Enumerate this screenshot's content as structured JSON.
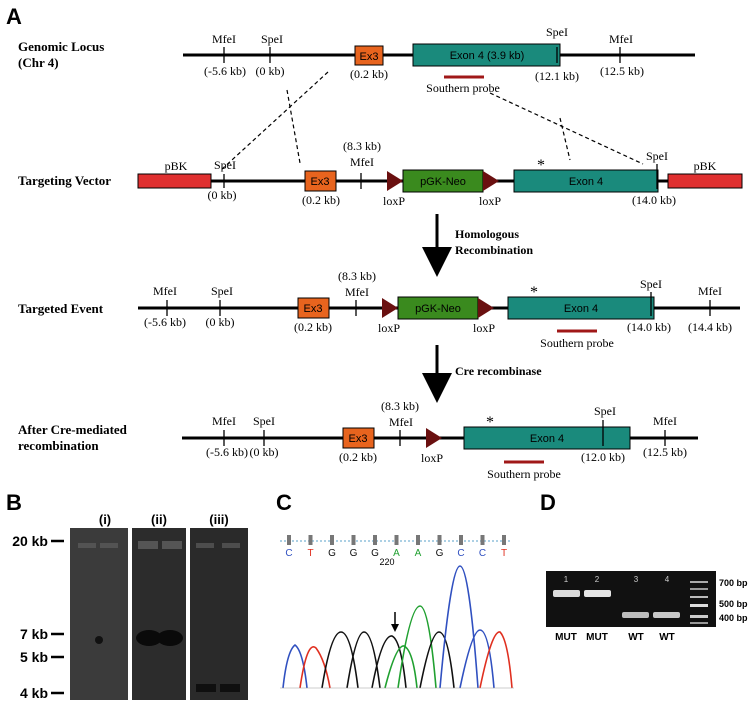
{
  "panels": {
    "a": "A",
    "b": "B",
    "c": "C",
    "d": "D"
  },
  "panel_a": {
    "row_labels": {
      "genomic_line1": "Genomic Locus",
      "genomic_line2": "(Chr 4)",
      "vector": "Targeting Vector",
      "targeted": "Targeted Event",
      "cre_line1": "After Cre-mediated",
      "cre_line2": "recombination"
    },
    "sites": {
      "mfei": "MfeI",
      "spei": "SpeI",
      "pbk": "pBK",
      "loxp": "loxP"
    },
    "positions": {
      "neg5_6": "(-5.6 kb)",
      "zero": "(0 kb)",
      "p0_2": "(0.2 kb)",
      "p8_3": "(8.3 kb)",
      "p12_1": "(12.1 kb)",
      "p12_5": "(12.5 kb)",
      "p14_0": "(14.0 kb)",
      "p14_4": "(14.4 kb)",
      "p12_0": "(12.0 kb)"
    },
    "boxes": {
      "ex3": "Ex3",
      "exon4_genomic": "Exon 4 (3.9 kb)",
      "exon4": "Exon 4",
      "neo": "pGK-Neo"
    },
    "probe": "Southern probe",
    "asterisk": "*",
    "arrow1_line1": "Homologous",
    "arrow1_line2": "Recombination",
    "arrow2": "Cre recombinase",
    "colors": {
      "ex3": "#e8641e",
      "exon4": "#1a8a7c",
      "neo": "#3a8a1e",
      "pbk": "#e03030",
      "probe": "#a01818",
      "loxp": "#6a1010"
    }
  },
  "panel_b": {
    "lanes": [
      "(i)",
      "(ii)",
      "(iii)"
    ],
    "markers": [
      "20 kb",
      "7 kb",
      "5 kb",
      "4 kb"
    ]
  },
  "panel_c": {
    "bases": [
      "C",
      "T",
      "G",
      "G",
      "G",
      "A",
      "A",
      "G",
      "C",
      "C",
      "T"
    ],
    "position": "220"
  },
  "panel_d": {
    "lane_numbers": [
      "1",
      "2",
      "3",
      "4"
    ],
    "lane_labels": [
      "MUT",
      "MUT",
      "WT",
      "WT"
    ],
    "ladder": [
      "700 bp",
      "500 bp",
      "400 bp"
    ]
  }
}
